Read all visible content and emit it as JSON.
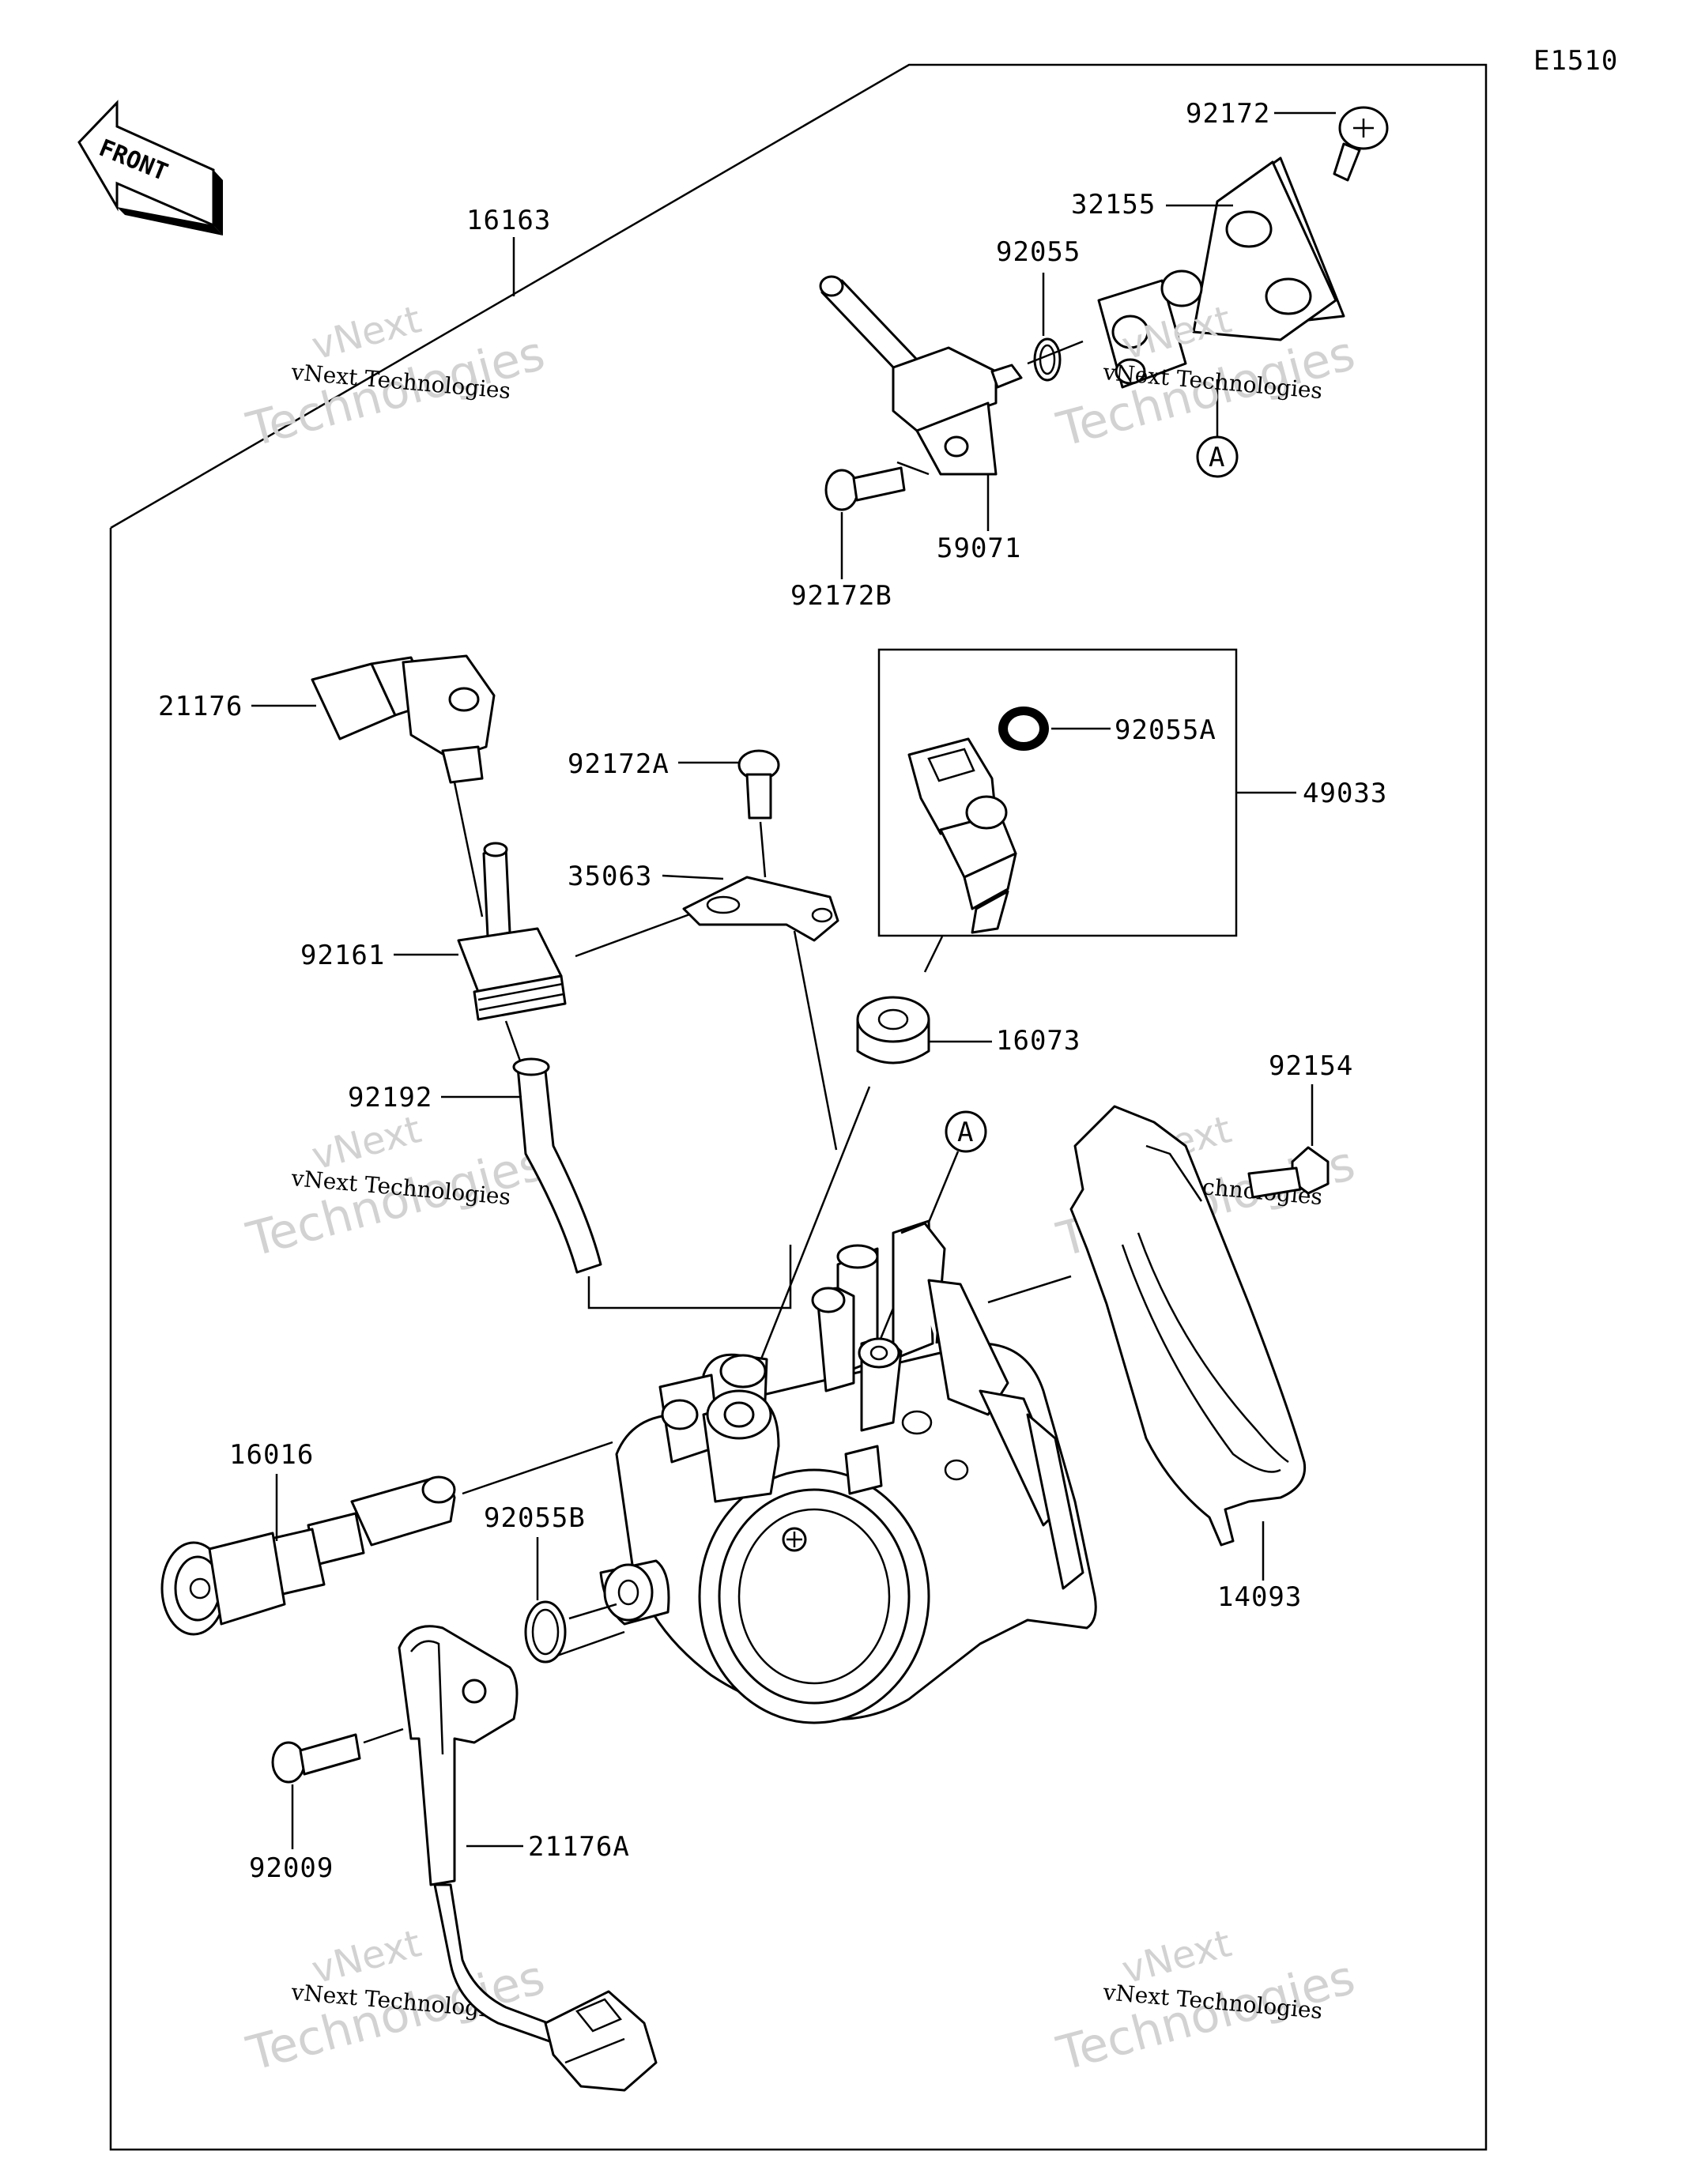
{
  "diagram_code": "E1510",
  "front_label": "FRONT",
  "watermark": {
    "line1": "vNext",
    "line2": "Technologies",
    "caption": "vNext Technologies"
  },
  "parts": {
    "p16163": "16163",
    "p92172": "92172",
    "p32155": "32155",
    "p92055": "92055",
    "p59071": "59071",
    "p92172B": "92172B",
    "pA_top": "A",
    "p21176": "21176",
    "p92172A": "92172A",
    "p35063": "35063",
    "p92161": "92161",
    "p92192": "92192",
    "p92055A": "92055A",
    "p49033": "49033",
    "p16073": "16073",
    "p92154": "92154",
    "pA_body": "A",
    "p16016": "16016",
    "p92055B": "92055B",
    "p14093": "14093",
    "p92009": "92009",
    "p21176A": "21176A"
  }
}
